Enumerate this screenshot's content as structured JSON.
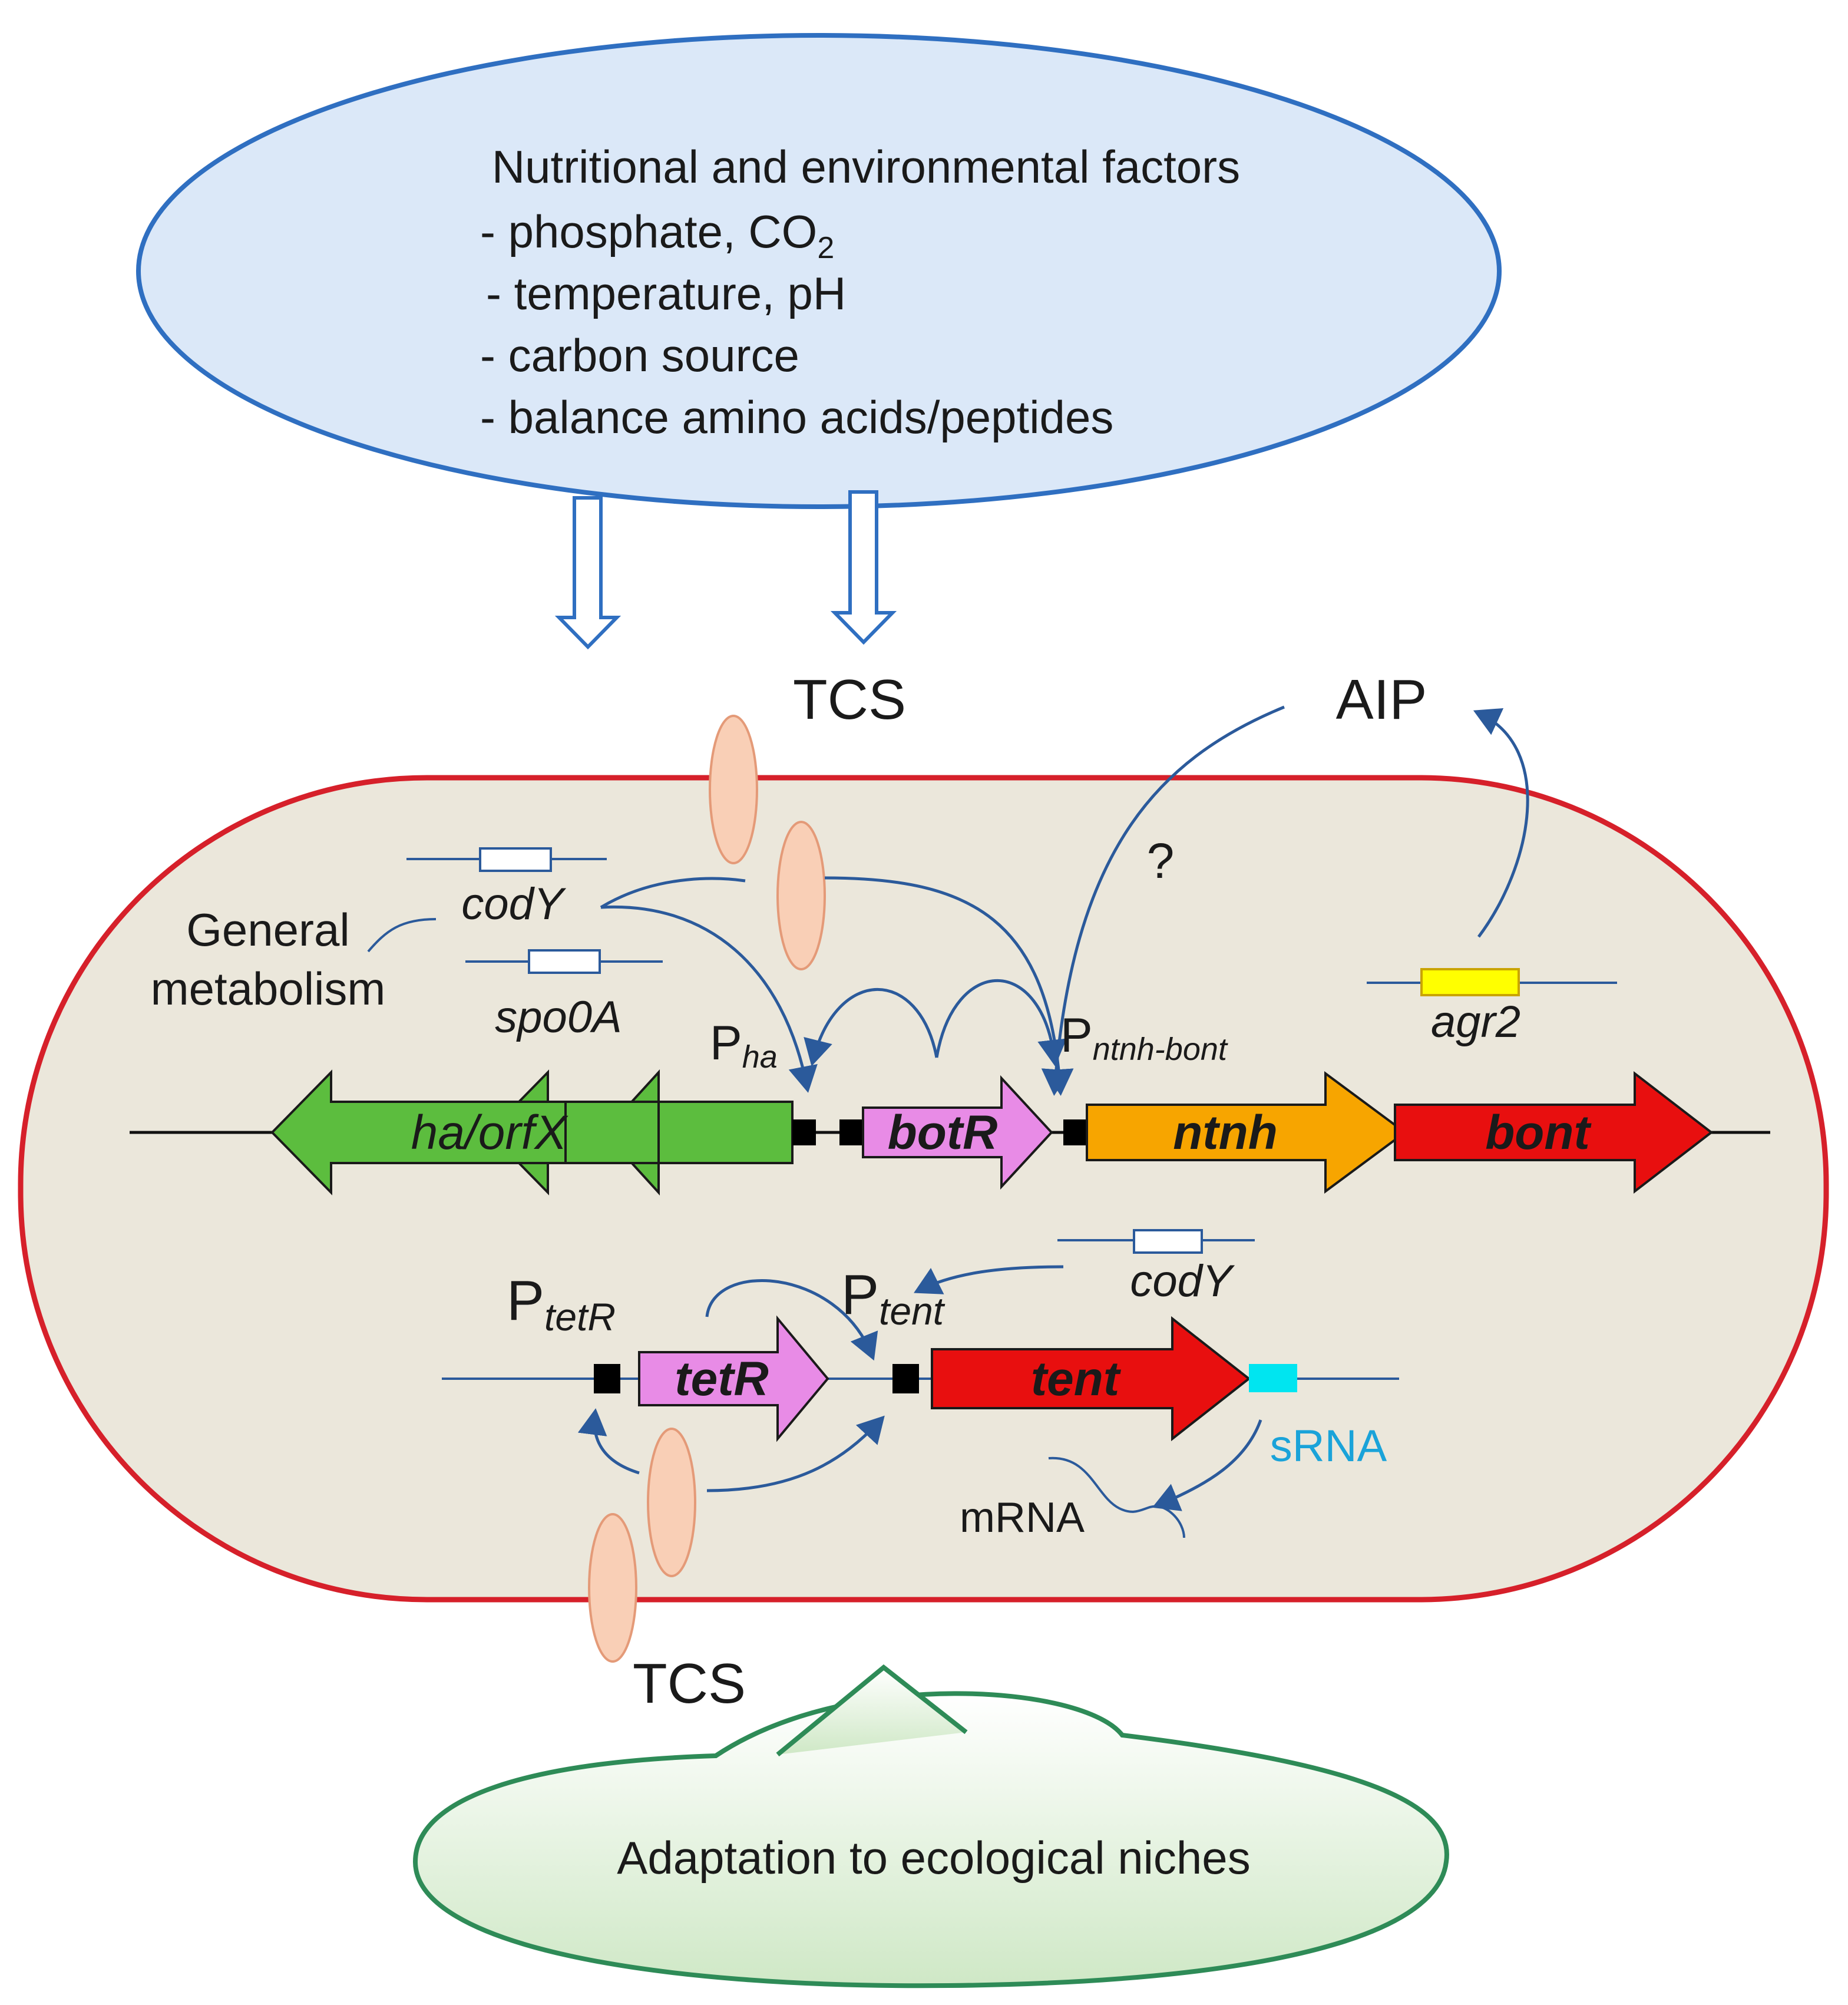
{
  "factors": {
    "title": "Nutritional and environmental factors",
    "item_phosphate": "- phosphate, CO",
    "item_phosphate_sub": "2",
    "item_temperature": "- temperature, pH",
    "item_carbon": "- carbon source",
    "item_balance": "- balance amino acids/peptides"
  },
  "labels": {
    "tcs_top": "TCS",
    "tcs_bottom": "TCS",
    "aip": "AIP",
    "question": "?",
    "general_metabolism_line1": "General",
    "general_metabolism_line2": "metabolism",
    "cody_top": "codY",
    "spo0a": "spo0A",
    "agr2": "agr2",
    "p_ha_main": "P",
    "p_ha_sub": "ha",
    "p_ntnh_main": "P",
    "p_ntnh_sub": "ntnh-bont",
    "p_tetr_main": "P",
    "p_tetr_sub": "tetR",
    "p_tent_main": "P",
    "p_tent_sub": "tent",
    "cody_bottom": "codY",
    "srna": "sRNA",
    "mrna": "mRNA"
  },
  "genes": {
    "ha_orfx": "ha/orfX",
    "botr": "botR",
    "ntnh": "ntnh",
    "bont": "bont",
    "tetr": "tetR",
    "tent": "tent"
  },
  "niches": {
    "text": "Adaptation to ecological niches"
  },
  "colors": {
    "factors_fill": "#dbe8f8",
    "factors_stroke": "#2f6fc1",
    "cell_fill": "#ebe7db",
    "cell_stroke": "#d6202a",
    "tcs_fill": "#f9cfb6",
    "tcs_stroke": "#e49a78",
    "ha_gene": "#5cbd3e",
    "botr_gene": "#e88be6",
    "ntnh_gene": "#f7a500",
    "bont_gene": "#e80f0f",
    "tetr_gene": "#e88be6",
    "tent_gene": "#e80f0f",
    "agr2_box": "#ffff00",
    "srna_box": "#00e5f0",
    "arrow_blue": "#2b5a9b",
    "niches_fill": "#dff0d8",
    "niches_stroke": "#2e8b57"
  }
}
